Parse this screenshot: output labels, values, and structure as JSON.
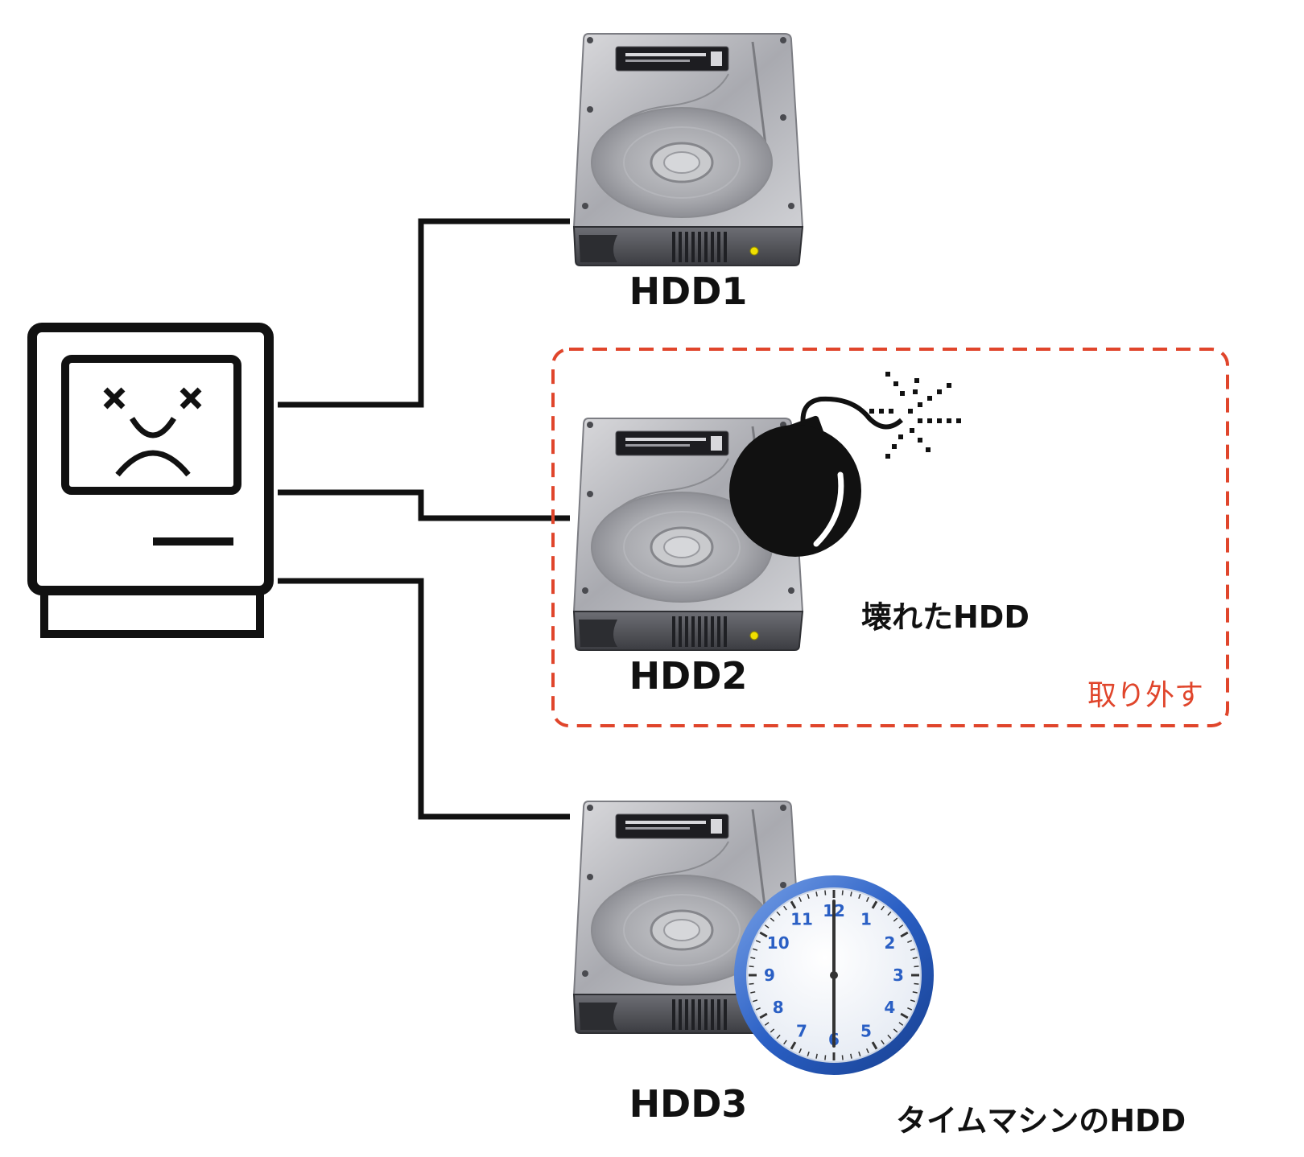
{
  "colors": {
    "line": "#111111",
    "accent_red": "#e0452b",
    "clock_blue": "#2a5fc4"
  },
  "computer": {
    "icon": "sad-mac-icon",
    "state": "error"
  },
  "drives": [
    {
      "label": "HDD1",
      "icon": "hard-drive-icon"
    },
    {
      "label": "HDD2",
      "icon": "hard-drive-icon",
      "badge": "bomb-icon",
      "note": "壊れたHDD"
    },
    {
      "label": "HDD3",
      "icon": "hard-drive-icon",
      "badge": "clock-icon",
      "note": "タイムマシンのHDD"
    }
  ],
  "removal_box": {
    "label": "取り外す"
  },
  "clock": {
    "numbers": [
      "12",
      "1",
      "2",
      "3",
      "4",
      "5",
      "6",
      "7",
      "8",
      "9",
      "10",
      "11"
    ]
  }
}
